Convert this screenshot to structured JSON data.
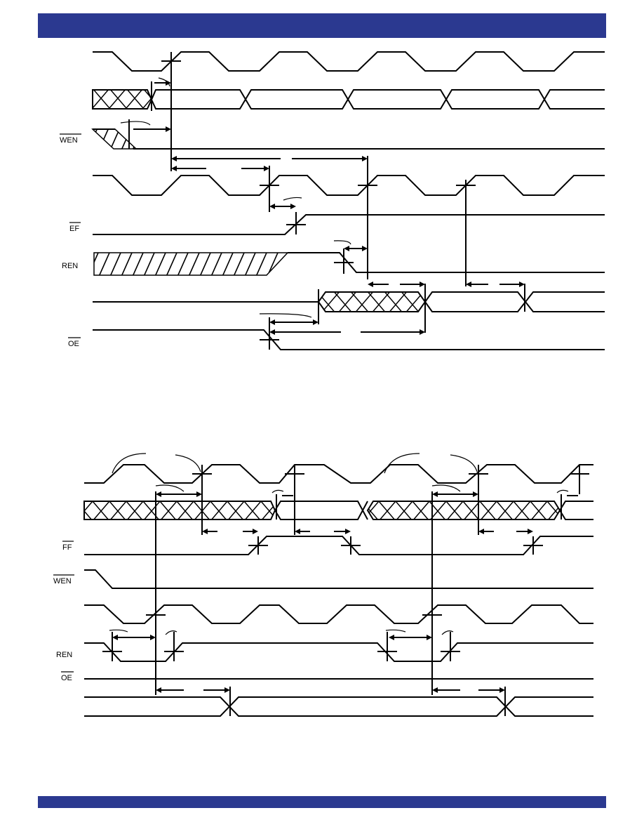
{
  "colors": {
    "accent_bar": "#2b3990",
    "ink": "#000000",
    "background": "#ffffff"
  },
  "diagram1": {
    "labels": {
      "wen": "WEN",
      "ef": "EF",
      "ren": "REN",
      "oe": "OE"
    }
  },
  "diagram2": {
    "labels": {
      "ff": "FF",
      "wen": "WEN",
      "ren": "REN",
      "oe": "OE"
    }
  }
}
